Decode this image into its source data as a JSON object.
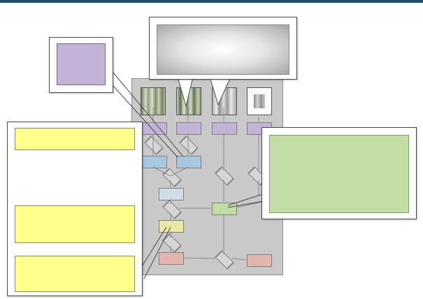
{
  "diagram": {
    "colors": {
      "top_bar": "#1f4e66",
      "panel": "#c9c9c9",
      "purple": "#c3b3d8",
      "blue": "#a8c7e0",
      "light_blue": "#cfdde9",
      "green": "#c3dea4",
      "yellow": "#ffff8c",
      "olive": "#e9e7a2",
      "red": "#e4b5ac",
      "diamond": "#d6d6d6"
    },
    "thumbnails": [
      "birch-photo",
      "birch-photo",
      "gray-birch-photo",
      "framed-gray-photo"
    ],
    "notes": [
      {
        "text": ""
      },
      {
        "text": ""
      },
      {
        "text": ""
      }
    ],
    "green_note": {
      "text": ""
    }
  }
}
